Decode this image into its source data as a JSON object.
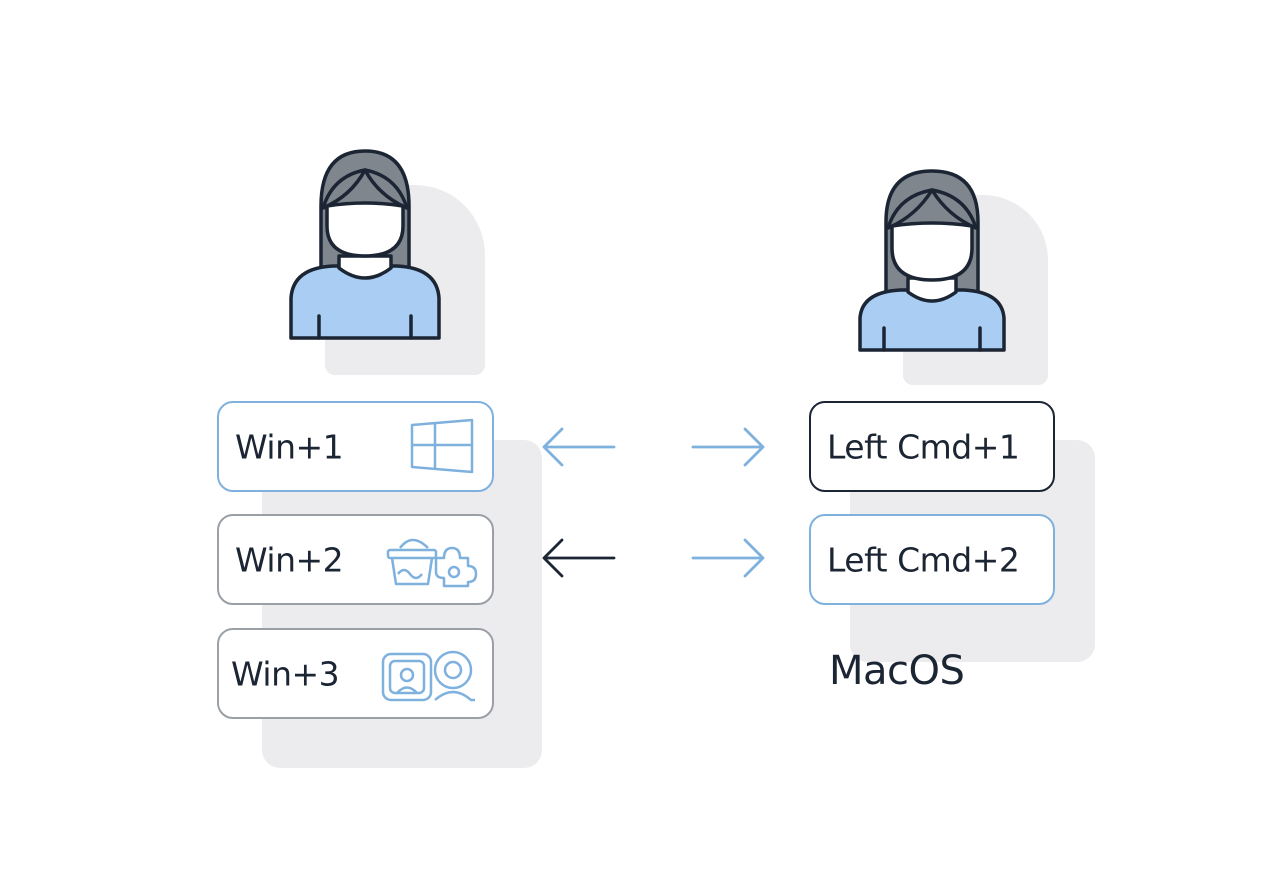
{
  "windows_side": {
    "keys": [
      {
        "label": "Win+1",
        "icon": "windows-logo-icon",
        "border": "blue"
      },
      {
        "label": "Win+2",
        "icon": "basket-puzzle-icon",
        "border": "gray"
      },
      {
        "label": "Win+3",
        "icon": "camera-person-icon",
        "border": "gray"
      }
    ]
  },
  "mac_side": {
    "keys": [
      {
        "label": "Left Cmd+1",
        "border": "dark"
      },
      {
        "label": "Left Cmd+2",
        "border": "blue"
      }
    ],
    "os_label": "MacOS"
  },
  "arrows": [
    {
      "direction": "left",
      "color": "#7fb1de"
    },
    {
      "direction": "right",
      "color": "#7fb1de"
    },
    {
      "direction": "left",
      "color": "#1b2533"
    },
    {
      "direction": "right",
      "color": "#7fb1de"
    }
  ],
  "colors": {
    "accent_blue": "#7fb1de",
    "shirt_blue": "#a9cdf3",
    "hair_gray": "#80868e",
    "outline_dark": "#1b2533",
    "key_gray": "#9aa0a6",
    "shadow_gray": "#ececee"
  }
}
